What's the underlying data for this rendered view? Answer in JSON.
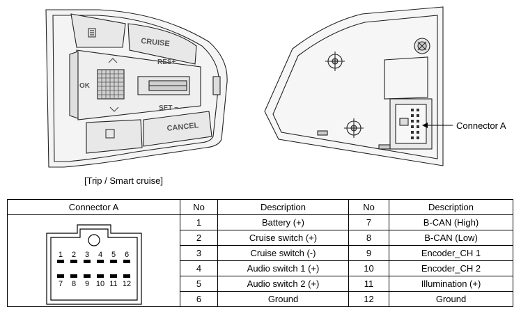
{
  "switch_labels": {
    "cruise": "CRUISE",
    "res": "RES+",
    "ok": "OK",
    "set": "SET −",
    "cancel": "CANCEL"
  },
  "callout_label": "Connector A",
  "caption": "[Trip / Smart cruise]",
  "table": {
    "headers": [
      "Connector A",
      "No",
      "Description",
      "No",
      "Description"
    ],
    "rows": [
      {
        "no1": "1",
        "desc1": "Battery (+)",
        "no2": "7",
        "desc2": "B-CAN (High)"
      },
      {
        "no1": "2",
        "desc1": "Cruise switch (+)",
        "no2": "8",
        "desc2": "B-CAN (Low)"
      },
      {
        "no1": "3",
        "desc1": "Cruise switch (-)",
        "no2": "9",
        "desc2": "Encoder_CH 1"
      },
      {
        "no1": "4",
        "desc1": "Audio switch 1 (+)",
        "no2": "10",
        "desc2": "Encoder_CH  2"
      },
      {
        "no1": "5",
        "desc1": "Audio switch 2 (+)",
        "no2": "11",
        "desc2": "Illumination (+)"
      },
      {
        "no1": "6",
        "desc1": "Ground",
        "no2": "12",
        "desc2": "Ground"
      }
    ]
  },
  "connector_pins": {
    "top": [
      "1",
      "2",
      "3",
      "4",
      "5",
      "6"
    ],
    "bottom": [
      "7",
      "8",
      "9",
      "10",
      "11",
      "12"
    ]
  }
}
